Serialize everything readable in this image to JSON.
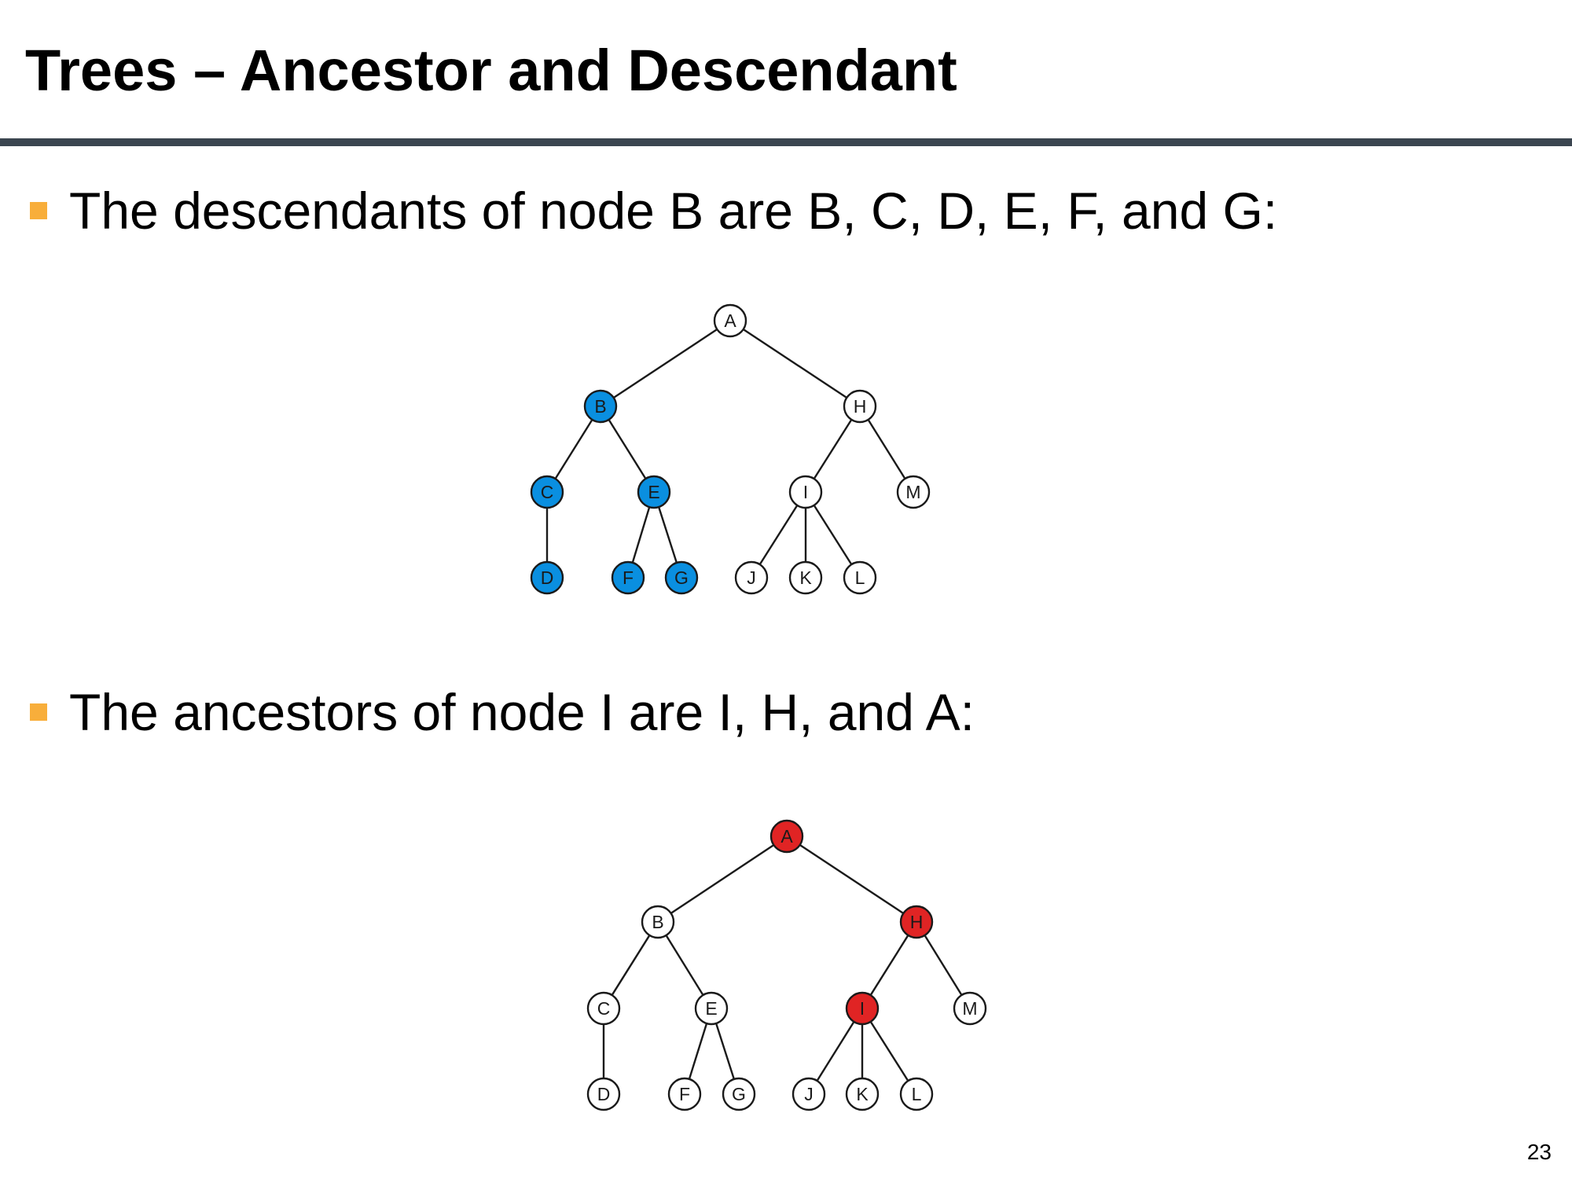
{
  "slide": {
    "title": "Trees – Ancestor and Descendant",
    "page_number": "23"
  },
  "bullets": [
    {
      "text": "The descendants of node B are B, C, D, E, F, and G:"
    },
    {
      "text": "The ancestors of node I are I, H, and A:"
    }
  ],
  "colors": {
    "title_rule": "#3b4550",
    "bullet_marker": "#f8ae3b",
    "descendant_highlight": "#0a8fe0",
    "ancestor_highlight": "#e02424",
    "node_default": "#ffffff",
    "edge": "#1a1a1a"
  },
  "trees": [
    {
      "nodes": [
        "A",
        "B",
        "C",
        "D",
        "E",
        "F",
        "G",
        "H",
        "I",
        "J",
        "K",
        "L",
        "M"
      ],
      "edges": [
        [
          "A",
          "B"
        ],
        [
          "A",
          "H"
        ],
        [
          "B",
          "C"
        ],
        [
          "B",
          "E"
        ],
        [
          "C",
          "D"
        ],
        [
          "E",
          "F"
        ],
        [
          "E",
          "G"
        ],
        [
          "H",
          "I"
        ],
        [
          "H",
          "M"
        ],
        [
          "I",
          "J"
        ],
        [
          "I",
          "K"
        ],
        [
          "I",
          "L"
        ]
      ],
      "highlighted": [
        "B",
        "C",
        "D",
        "E",
        "F",
        "G"
      ],
      "highlight_color": "#0a8fe0"
    },
    {
      "nodes": [
        "A",
        "B",
        "C",
        "D",
        "E",
        "F",
        "G",
        "H",
        "I",
        "J",
        "K",
        "L",
        "M"
      ],
      "edges": [
        [
          "A",
          "B"
        ],
        [
          "A",
          "H"
        ],
        [
          "B",
          "C"
        ],
        [
          "B",
          "E"
        ],
        [
          "C",
          "D"
        ],
        [
          "E",
          "F"
        ],
        [
          "E",
          "G"
        ],
        [
          "H",
          "I"
        ],
        [
          "H",
          "M"
        ],
        [
          "I",
          "J"
        ],
        [
          "I",
          "K"
        ],
        [
          "I",
          "L"
        ]
      ],
      "highlighted": [
        "A",
        "H",
        "I"
      ],
      "highlight_color": "#e02424"
    }
  ]
}
